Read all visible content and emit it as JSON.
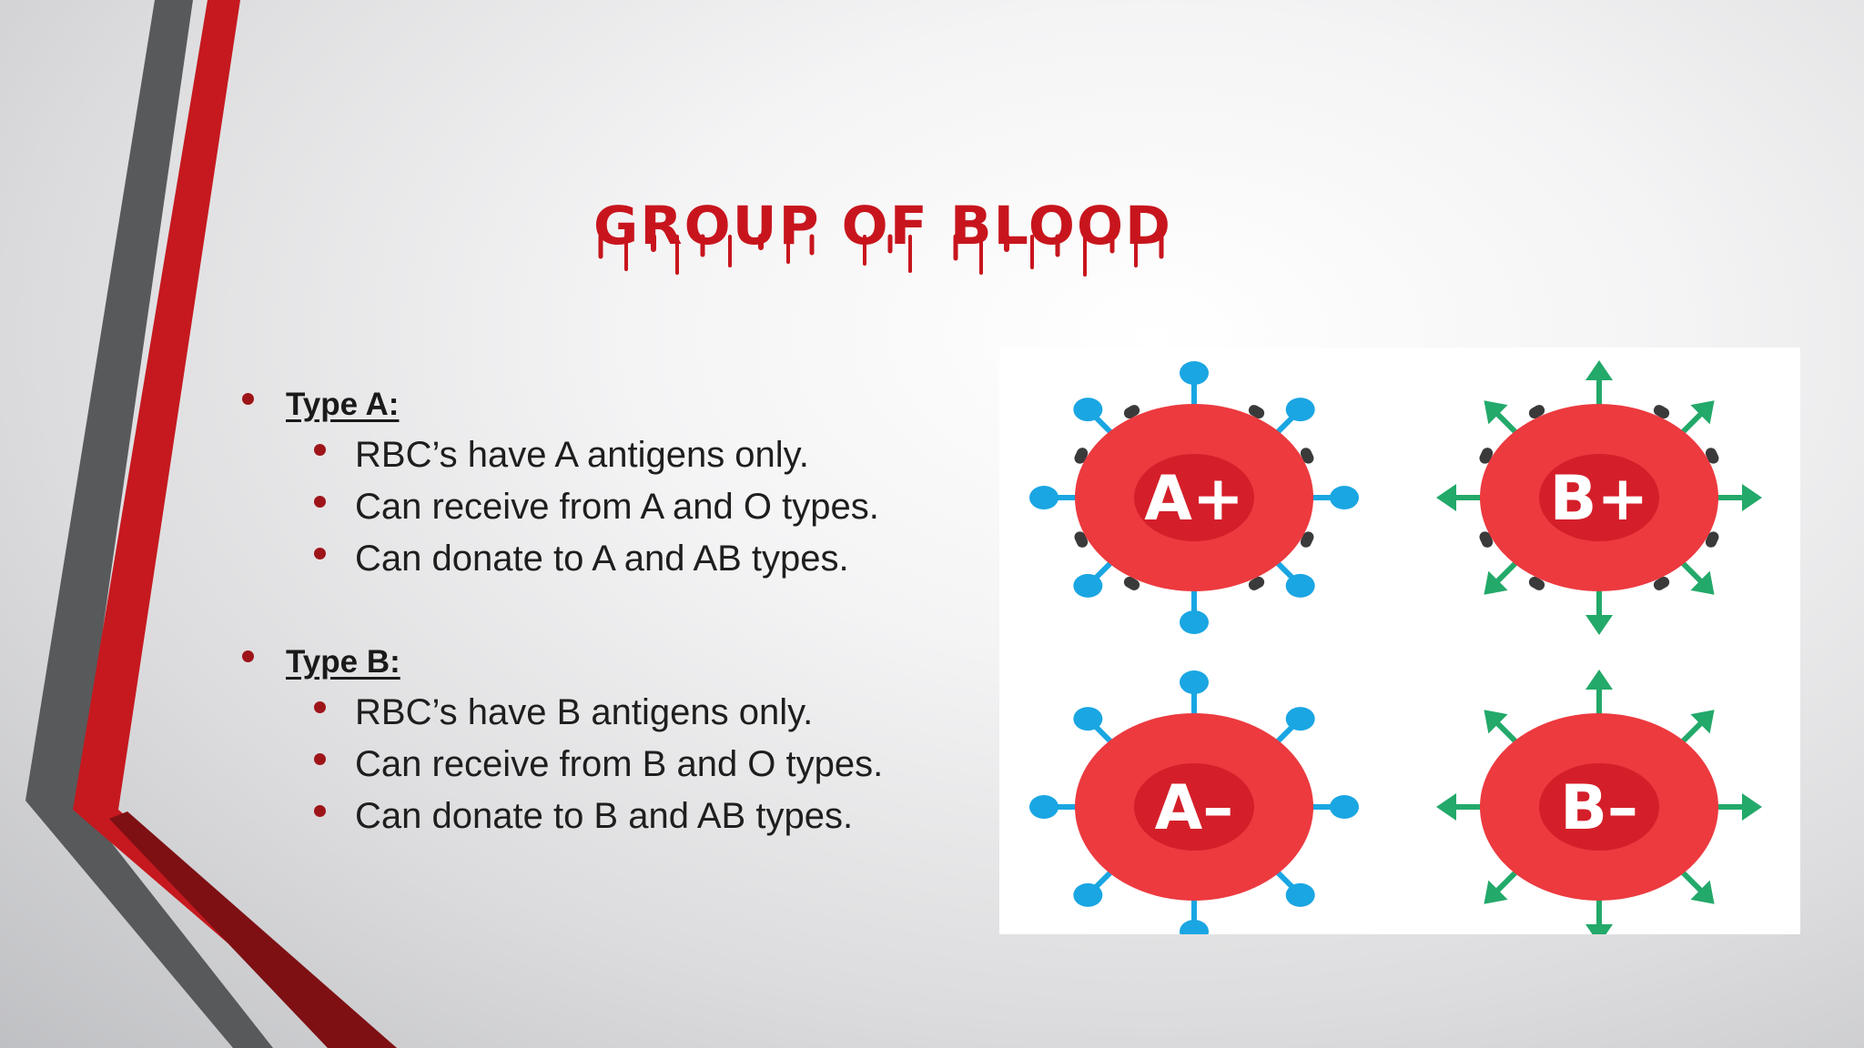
{
  "slide": {
    "title": "GROUP OF BLOOD",
    "sections": [
      {
        "heading": "Type A:",
        "items": [
          "RBC’s have A antigens only.",
          "Can receive from A and O types.",
          "Can donate to A and AB types."
        ]
      },
      {
        "heading": "Type B:",
        "items": [
          "RBC’s have B antigens only.",
          "Can receive from B and O types.",
          "Can donate to B and AB types."
        ]
      }
    ]
  },
  "illustration": {
    "cells": [
      {
        "label": "A+",
        "antigen_shape": "ball",
        "antigen_color": "#1aa6e2",
        "rh_factor_dots": true
      },
      {
        "label": "B+",
        "antigen_shape": "arrow",
        "antigen_color": "#23a96a",
        "rh_factor_dots": true
      },
      {
        "label": "A–",
        "antigen_shape": "ball",
        "antigen_color": "#1aa6e2",
        "rh_factor_dots": false
      },
      {
        "label": "B–",
        "antigen_shape": "arrow",
        "antigen_color": "#23a96a",
        "rh_factor_dots": false
      }
    ]
  },
  "colors": {
    "accent_red": "#c8151d",
    "dark_gray": "#4a4b4d",
    "cell_red": "#ec3a3f",
    "cell_core": "#d41f2a",
    "rh_dot": "#3a3a3a",
    "bullet": "#9e1519"
  }
}
